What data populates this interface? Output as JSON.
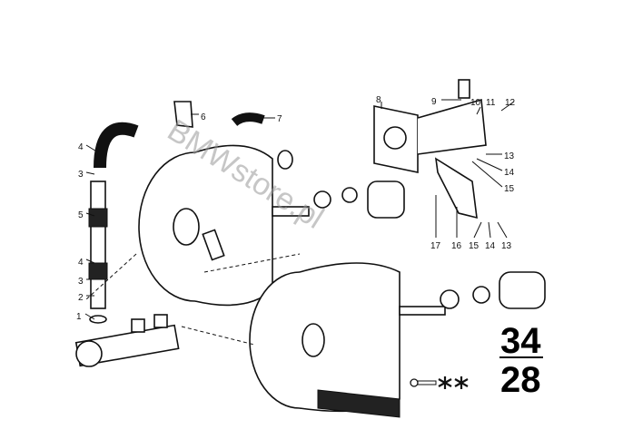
{
  "diagram": {
    "group_number_top": "34",
    "group_number_bottom": "28",
    "watermark": "BMWstore.pl",
    "callouts": [
      {
        "label": "1"
      },
      {
        "label": "2"
      },
      {
        "label": "3"
      },
      {
        "label": "4"
      },
      {
        "label": "5"
      },
      {
        "label": "3"
      },
      {
        "label": "4"
      },
      {
        "label": "6"
      },
      {
        "label": "7"
      },
      {
        "label": "8"
      },
      {
        "label": "9"
      },
      {
        "label": "10"
      },
      {
        "label": "11"
      },
      {
        "label": "12"
      },
      {
        "label": "13"
      },
      {
        "label": "14"
      },
      {
        "label": "15"
      },
      {
        "label": "17"
      },
      {
        "label": "16"
      },
      {
        "label": "15"
      },
      {
        "label": "14"
      },
      {
        "label": "13"
      }
    ],
    "icons": [
      "key-icon",
      "star-icon",
      "star-icon"
    ]
  }
}
